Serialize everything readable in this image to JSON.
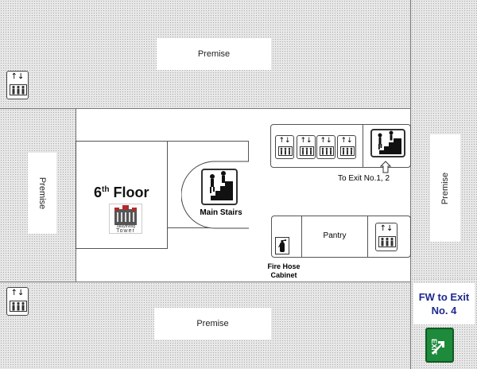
{
  "premise_label": "Premise",
  "floor": {
    "number": "6",
    "suffix": "th",
    "word": "Floor"
  },
  "building_logo": {
    "line1": "Talaythong",
    "line2": "Tower"
  },
  "main_stairs_label": "Main Stairs",
  "pantry_label": "Pantry",
  "fire_hose_label": {
    "line1": "Fire Hose",
    "line2": "Cabinet"
  },
  "to_exit_label": "To Exit No.1, 2",
  "fire_way": {
    "line1": "FW to Exit",
    "line2": "No. 4"
  },
  "exit_sign_text": "EXIT",
  "lift_arrows": "↑↓",
  "colors": {
    "fire_way_text": "#1f2a8c",
    "exit_green": "#1e8a3b",
    "logo_red": "#b22a2a"
  },
  "icons": [
    "elevator-icon",
    "stairs-icon",
    "fire-extinguisher-icon",
    "exit-sign-icon",
    "up-arrow-icon"
  ]
}
